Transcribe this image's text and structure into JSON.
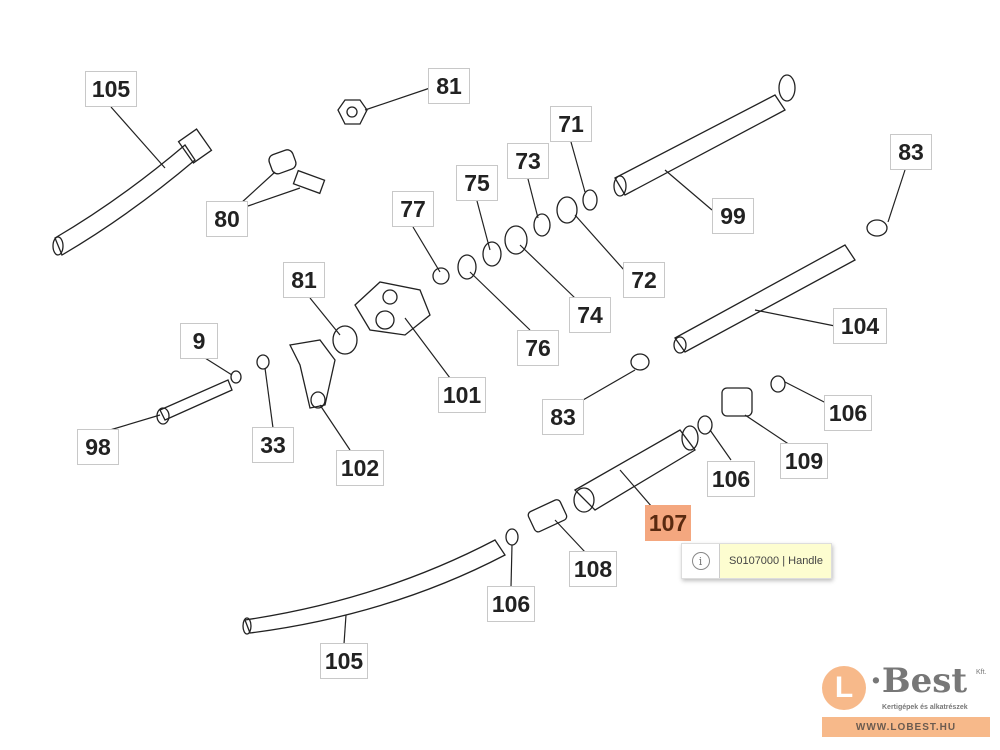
{
  "callouts": {
    "c105a": "105",
    "c81a": "81",
    "c80": "80",
    "c77": "77",
    "c75": "75",
    "c73": "73",
    "c71": "71",
    "c99": "99",
    "c83a": "83",
    "c72": "72",
    "c74": "74",
    "c104": "104",
    "c81b": "81",
    "c76": "76",
    "c101": "101",
    "c9": "9",
    "c98": "98",
    "c33": "33",
    "c102": "102",
    "c83b": "83",
    "c106a": "106",
    "c109": "109",
    "c106b": "106",
    "c107": "107",
    "c108": "108",
    "c106c": "106",
    "c105b": "105"
  },
  "tooltip": {
    "icon": "info-icon",
    "glyph": "i",
    "text": "S0107000 | Handle"
  },
  "logo": {
    "mark": "L",
    "brand": "·Best",
    "suffix": "Kft.",
    "tagline": "Kertigépek és alkatrészek",
    "url": "WWW.LOBEST.HU"
  },
  "colors": {
    "highlight": "#f4a77f",
    "tooltip_bg": "#fdfdd0",
    "brand": "#f7b98a"
  }
}
